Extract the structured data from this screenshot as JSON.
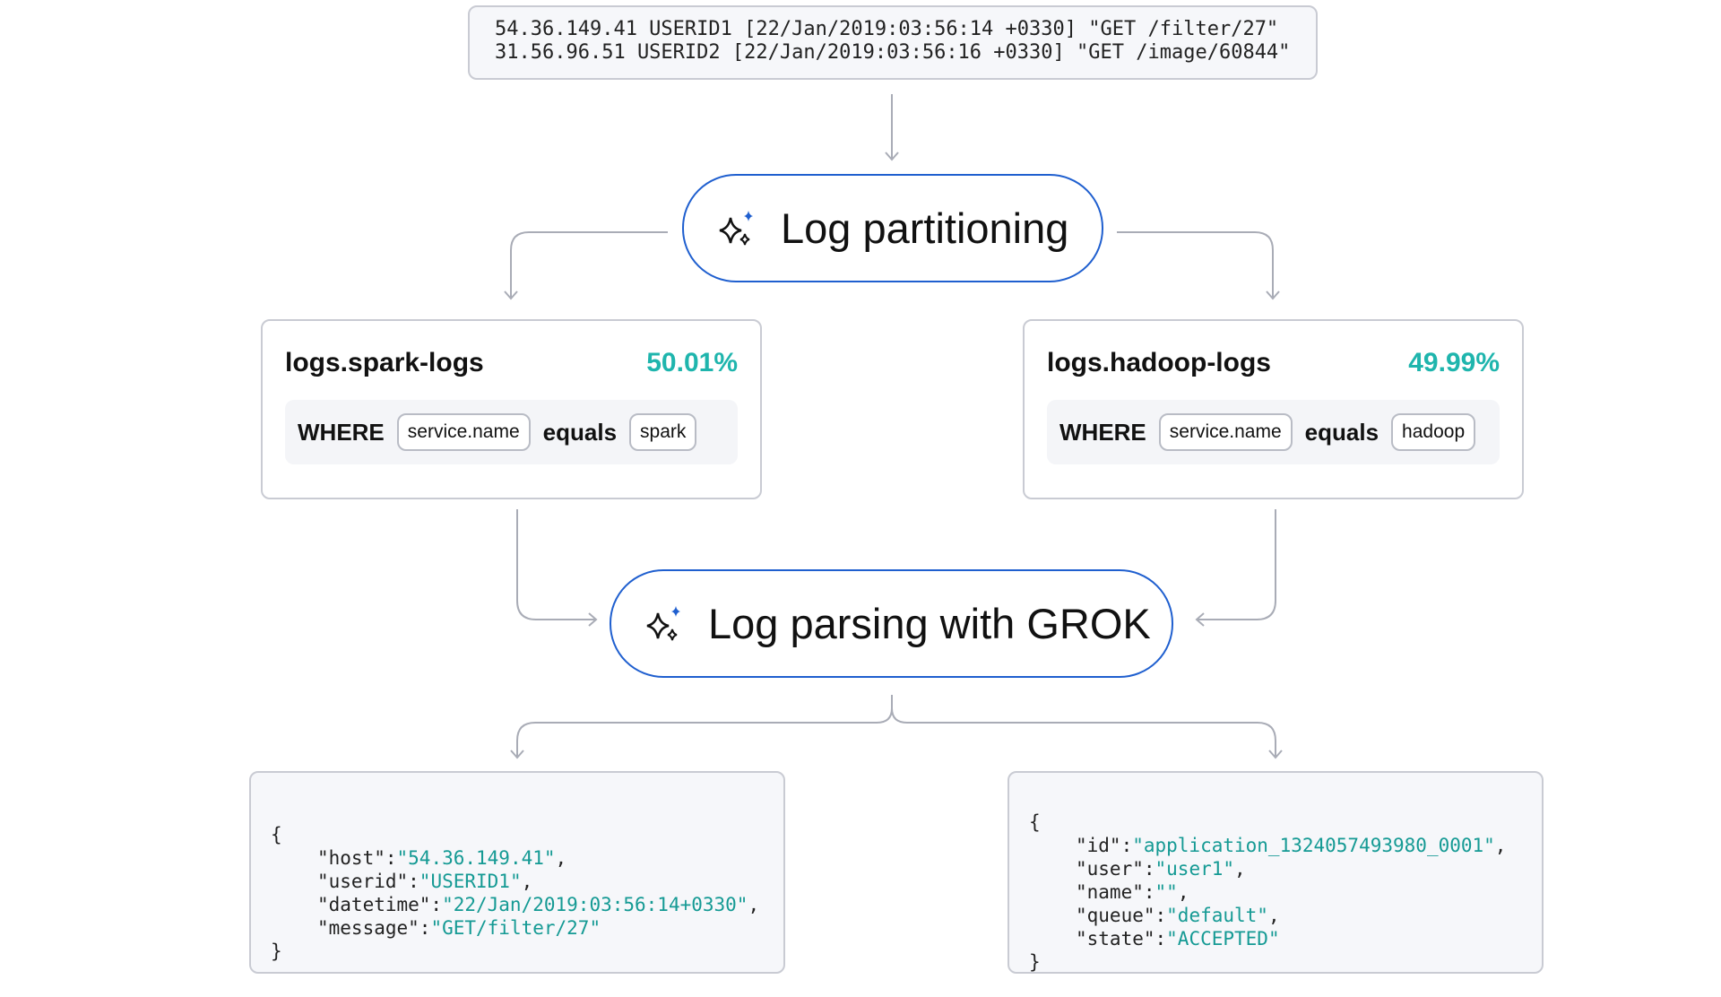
{
  "raw_logs": [
    "54.36.149.41 USERID1 [22/Jan/2019:03:56:14 +0330] \"GET /filter/27\"",
    "31.56.96.51 USERID2 [22/Jan/2019:03:56:16 +0330] \"GET /image/60844\""
  ],
  "partitioning": {
    "label": "Log partitioning",
    "icon": "sparkles-icon"
  },
  "partitions": [
    {
      "name": "logs.spark-logs",
      "percent": "50.01%",
      "where": "WHERE",
      "field": "service.name",
      "op": "equals",
      "value": "spark"
    },
    {
      "name": "logs.hadoop-logs",
      "percent": "49.99%",
      "where": "WHERE",
      "field": "service.name",
      "op": "equals",
      "value": "hadoop"
    }
  ],
  "parsing": {
    "label": "Log parsing with GROK",
    "icon": "sparkles-icon"
  },
  "outputs": {
    "left": {
      "open": "{",
      "close": "}",
      "fields": [
        {
          "key": "\"host\":",
          "value": "\"54.36.149.41\"",
          "sep": ","
        },
        {
          "key": "\"userid\":",
          "value": "\"USERID1\"",
          "sep": ","
        },
        {
          "key": "\"datetime\":",
          "value": "\"22/Jan/2019:03:56:14+0330\"",
          "sep": ","
        },
        {
          "key": "\"message\":",
          "value": "\"GET/filter/27\"",
          "sep": ""
        }
      ]
    },
    "right": {
      "open": "{",
      "close": "}",
      "fields": [
        {
          "key": "\"id\":",
          "value": "\"application_1324057493980_0001\"",
          "sep": ","
        },
        {
          "key": "\"user\":",
          "value": "\"user1\"",
          "sep": ","
        },
        {
          "key": "\"name\":",
          "value": "\"\"",
          "sep": ","
        },
        {
          "key": "\"queue\":",
          "value": "\"default\"",
          "sep": ","
        },
        {
          "key": "\"state\":",
          "value": "\"ACCEPTED\"",
          "sep": ""
        }
      ]
    }
  },
  "colors": {
    "accent": "#1f5fcf",
    "percent": "#1fb5ad",
    "string": "#159a94",
    "border": "#c9cbd3"
  }
}
